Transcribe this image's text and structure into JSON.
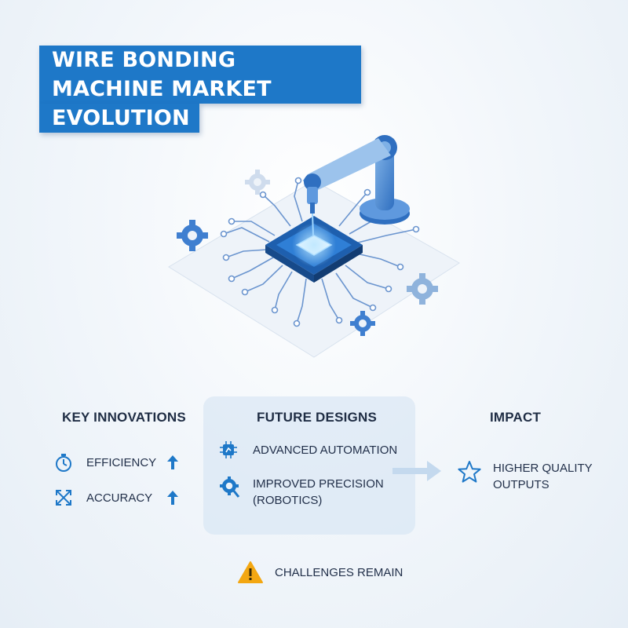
{
  "title": {
    "line1": "WIRE BONDING MACHINE MARKET",
    "line2": "EVOLUTION"
  },
  "key_innovations": {
    "heading": "KEY INNOVATIONS",
    "items": [
      {
        "label": "EFFICIENCY",
        "icon": "stopwatch-icon",
        "trend": "up-arrow-icon"
      },
      {
        "label": "ACCURACY",
        "icon": "precision-arrows-icon",
        "trend": "up-arrow-icon"
      }
    ]
  },
  "future_designs": {
    "heading": "FUTURE DESIGNS",
    "items": [
      {
        "label": "ADVANCED AUTOMATION",
        "icon": "chip-icon"
      },
      {
        "label_line1": "IMPROVED PRECISION",
        "label_line2": "(ROBOTICS)",
        "icon": "gear-search-icon"
      }
    ]
  },
  "impact": {
    "heading": "IMPACT",
    "items": [
      {
        "label_line1": "HIGHER QUALITY",
        "label_line2": "OUTPUTS",
        "icon": "star-icon"
      }
    ]
  },
  "challenges": {
    "label": "CHALLENGES REMAIN",
    "icon": "warning-icon"
  },
  "colors": {
    "accent": "#1e78c8",
    "warning": "#f3a712",
    "panel": "#d2e2f2",
    "text": "#1f2d44"
  }
}
